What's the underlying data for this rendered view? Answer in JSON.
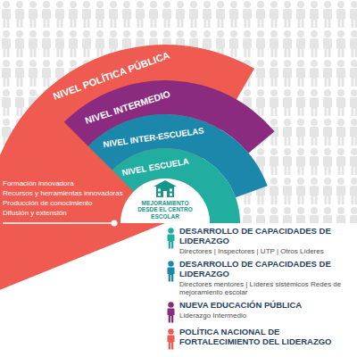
{
  "diagram": {
    "nodes": [
      {
        "text": [
          "NIVEL POLÍTICA PÚBLICA"
        ]
      },
      {
        "text": [
          "NIVEL INTERMEDIO"
        ],
        "in": 0
      },
      {
        "text": [
          "NIVEL INTER-ESCUELAS"
        ],
        "in": 1
      },
      {
        "text": [
          "NIVEL ESCUELA"
        ],
        "in": 2
      },
      {
        "text": [
          "MEJORAMIENTO DESDE EL CENTRO ESCOLAR"
        ],
        "in": 3
      }
    ],
    "labels": [
      "Formación innovadora",
      "Recursos y herramientas innovadoras",
      "Producción de conocimiento",
      "Difusión y extensión",
      "Directores | Inspectores | UTP | Otros Líderes",
      "Directores mentores | Líderes sistémicos Redes de mejoramiento escolar",
      "Liderazgo Intermedio"
    ],
    "legend": [
      {
        "text": "DESARROLLO DE CAPACIDADES DE LIDERAZGO"
      },
      {
        "text": "DESARROLLO DE CAPACIDADES DE LIDERAZGO"
      },
      {
        "text": "NUEVA EDUCACIÓN PÚBLICA"
      },
      {
        "text": "POLÍTICA NACIONAL DE FORTALECIMIENTO DEL LIDERAZGO"
      }
    ]
  }
}
